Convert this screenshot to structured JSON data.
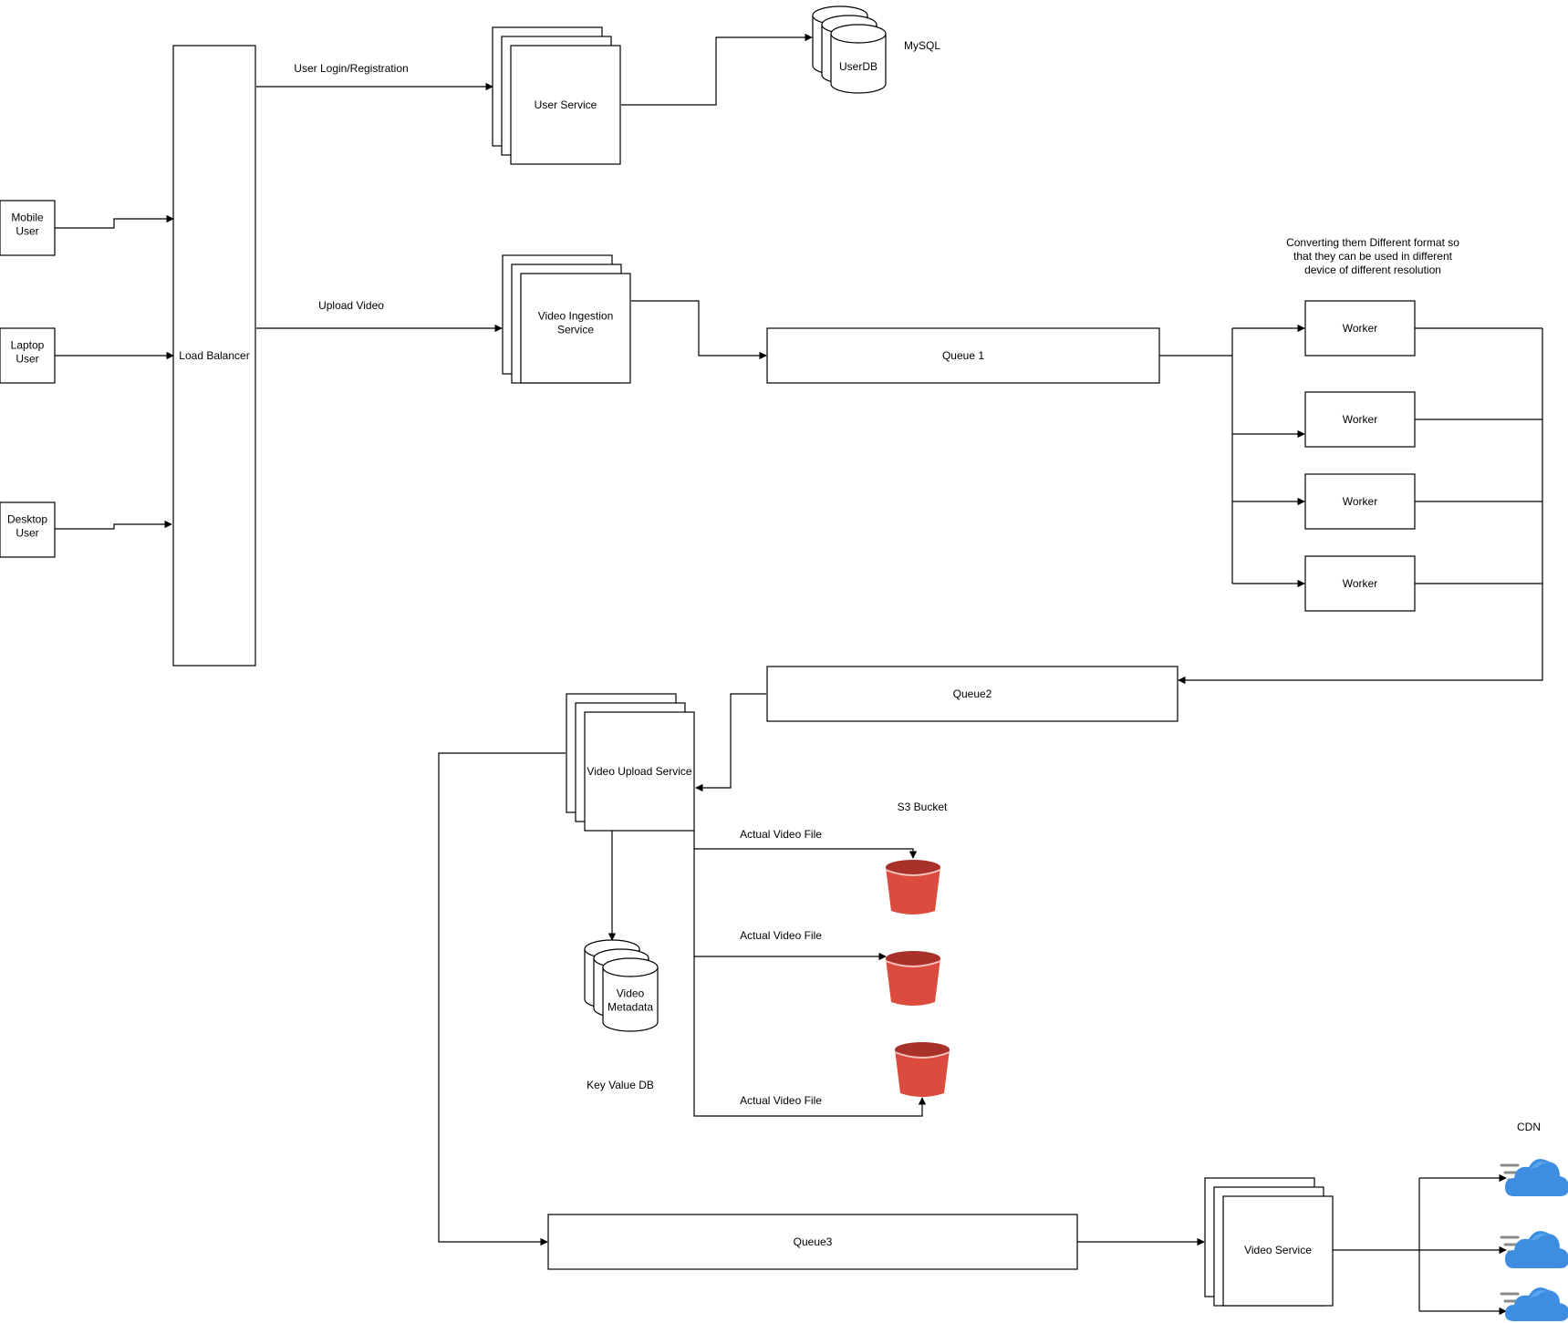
{
  "nodes": {
    "mobile_user": "Mobile\nUser",
    "laptop_user": "Laptop\nUser",
    "desktop_user": "Desktop\nUser",
    "load_balancer": "Load Balancer",
    "user_service": "User Service",
    "user_db": "UserDB",
    "video_ingestion_service": "Video Ingestion\nService",
    "queue1": "Queue 1",
    "worker": "Worker",
    "queue2": "Queue2",
    "video_upload_service": "Video Upload Service",
    "video_metadata": "Video\nMetadata",
    "queue3": "Queue3",
    "video_service": "Video Service"
  },
  "labels": {
    "user_login": "User Login/Registration",
    "upload_video": "Upload Video",
    "mysql": "MySQL",
    "converting_note": "Converting them Different format so\nthat they can be used in different\ndevice of different resolution",
    "s3_bucket": "S3 Bucket",
    "actual_video_file": "Actual Video File",
    "key_value_db": "Key Value DB",
    "cdn": "CDN"
  },
  "icons": {
    "storage": "s3-bucket-icon",
    "cdn": "cdn-cloud-icon",
    "database": "database-cylinder-icon"
  },
  "colors": {
    "bucket": "#db4c3f",
    "cloud": "#3d8de0",
    "stroke": "#000000"
  }
}
